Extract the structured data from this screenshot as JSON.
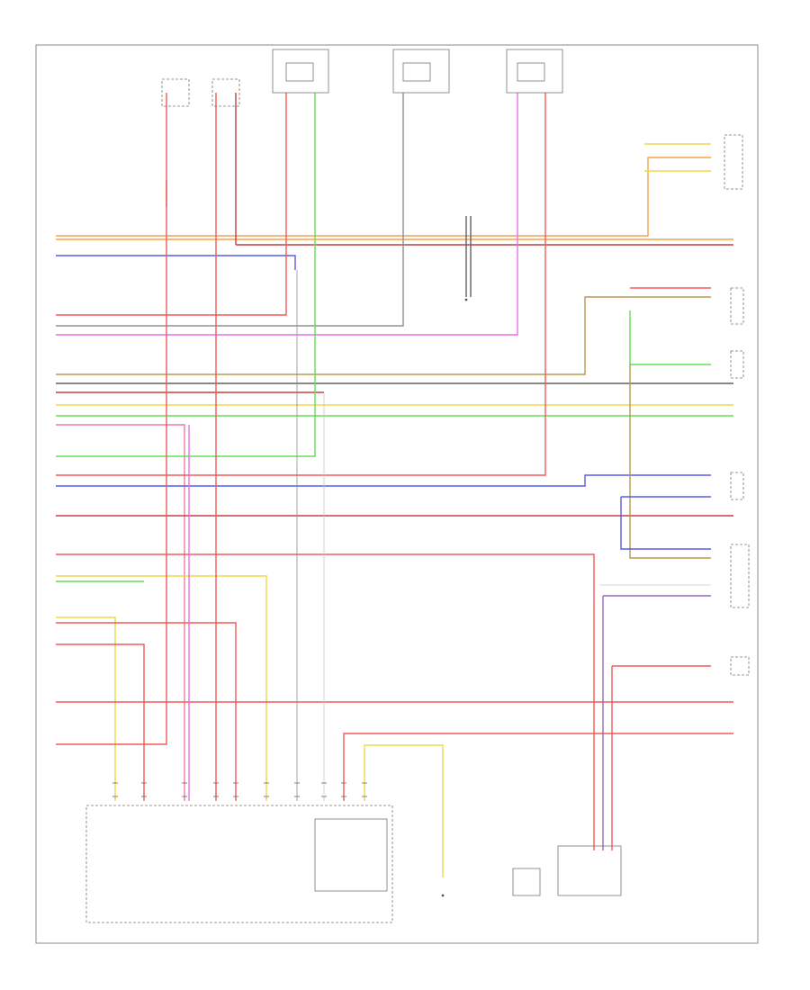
{
  "diagram": {
    "title": "",
    "footer_code": "",
    "colors": {
      "orange": "#f7a14a",
      "blue": "#5a5ae6",
      "red": "#f05a5a",
      "pink": "#f07aa0",
      "magenta": "#e870e8",
      "green": "#66dd55",
      "yellow": "#eed84a",
      "gray": "#909090",
      "darkgray": "#606060",
      "brown": "#b89a50",
      "purple": "#9a6ab8",
      "darkred": "#c04040",
      "lightgray": "#c8c8c8"
    },
    "components": [
      {
        "id": "left-door-speaker",
        "label": ""
      },
      {
        "id": "right-door-speaker",
        "label": ""
      },
      {
        "id": "left-front-tweeter",
        "label": ""
      },
      {
        "id": "right-front-tweeter",
        "label": ""
      },
      {
        "id": "right-rear-speaker",
        "label": ""
      },
      {
        "id": "subwoofer-amp",
        "label": ""
      },
      {
        "id": "rear-sensor-1",
        "label": ""
      },
      {
        "id": "rear-sensor-2",
        "label": ""
      },
      {
        "id": "control-unit-1",
        "label": ""
      },
      {
        "id": "control-unit-2",
        "label": ""
      },
      {
        "id": "transmission-unit",
        "label": ""
      },
      {
        "id": "radio-unit",
        "label": ""
      },
      {
        "id": "ground-1",
        "label": ""
      },
      {
        "id": "ground-2",
        "label": ""
      },
      {
        "id": "ground-3",
        "label": ""
      },
      {
        "id": "ground-4",
        "label": ""
      }
    ]
  }
}
